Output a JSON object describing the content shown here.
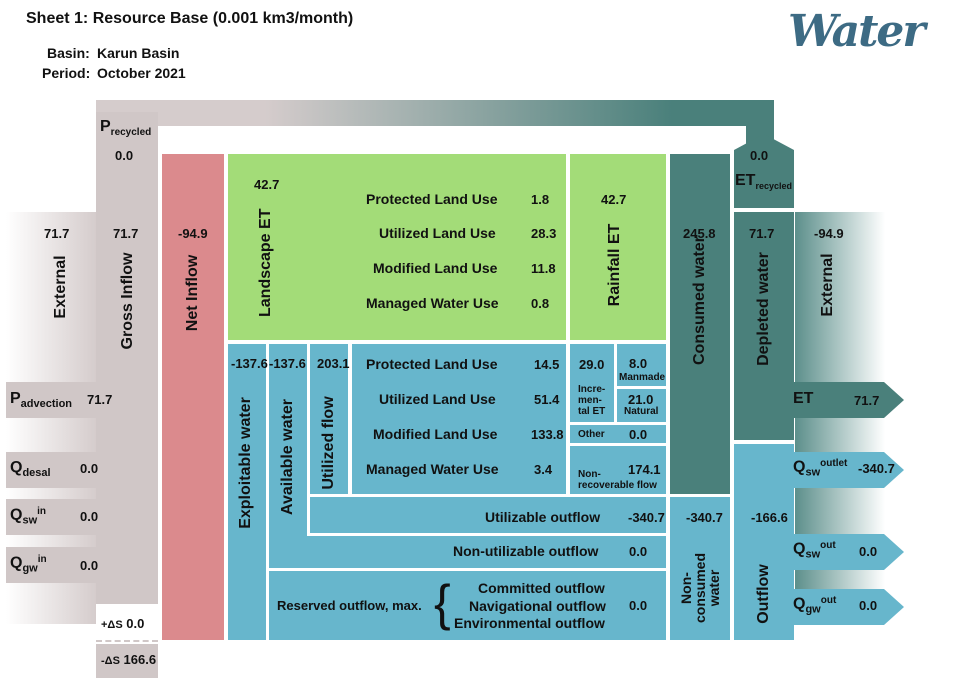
{
  "header": {
    "title": "Sheet 1: Resource Base (0.001 km3/month)",
    "basin_label": "Basin:",
    "basin_value": "Karun Basin",
    "period_label": "Period:",
    "period_value": "October 2021",
    "logo_text": "Water"
  },
  "inflows": {
    "p_recycled": {
      "label": "P",
      "sub": "recycled",
      "value": "0.0"
    },
    "external_left": {
      "label": "External",
      "value": "71.7"
    },
    "gross_inflow": {
      "label": "Gross Inflow",
      "value": "71.7"
    },
    "net_inflow": {
      "label": "Net Inflow",
      "value": "-94.9"
    },
    "p_advection": {
      "label": "P",
      "sub": "advection",
      "value": "71.7"
    },
    "q_desal": {
      "label": "Q",
      "sub": "desal",
      "value": "0.0"
    },
    "q_sw_in": {
      "label": "Q",
      "sub": "sw",
      "sup": "in",
      "value": "0.0"
    },
    "q_gw_in": {
      "label": "Q",
      "sub": "gw",
      "sup": "in",
      "value": "0.0"
    },
    "plus_ds": {
      "label": "+ΔS",
      "value": "0.0"
    },
    "minus_ds": {
      "label": "-ΔS",
      "value": "166.6"
    }
  },
  "landscape": {
    "label": "Landscape ET",
    "value": "42.7",
    "rainfall_label": "Rainfall ET",
    "rainfall_value": "42.7",
    "rows": [
      {
        "label": "Protected Land Use",
        "value": "1.8"
      },
      {
        "label": "Utilized Land Use",
        "value": "28.3"
      },
      {
        "label": "Modified Land Use",
        "value": "11.8"
      },
      {
        "label": "Managed Water Use",
        "value": "0.8"
      }
    ]
  },
  "exploitable": {
    "exploitable_label": "Exploitable water",
    "exploitable_value": "-137.6",
    "available_label": "Available water",
    "available_value": "-137.6",
    "utilized_label": "Utilized flow",
    "utilized_value": "203.1",
    "rows": [
      {
        "label": "Protected Land Use",
        "value": "14.5"
      },
      {
        "label": "Utilized Land Use",
        "value": "51.4"
      },
      {
        "label": "Modified Land Use",
        "value": "133.8"
      },
      {
        "label": "Managed Water Use",
        "value": "3.4"
      }
    ],
    "incremental_value": "29.0",
    "incremental_label": "Incre-\nmen-\ntal ET",
    "manmade_value": "8.0",
    "manmade_label": "Manmade",
    "natural_value": "21.0",
    "natural_label": "Natural",
    "other_label": "Other",
    "other_value": "0.0",
    "nonrecoverable_label": "Non-\nrecoverable flow",
    "nonrecoverable_value": "174.1",
    "utilizable_outflow_label": "Utilizable outflow",
    "utilizable_outflow_value": "-340.7",
    "nonutilizable_label": "Non-utilizable outflow",
    "nonutilizable_value": "0.0",
    "reserved_label": "Reserved outflow, max.",
    "committed_label": "Committed outflow",
    "navigational_label": "Navigational outflow",
    "environmental_label": "Environmental outflow",
    "reserved_value": "0.0"
  },
  "outflows": {
    "consumed_label": "Consumed water",
    "consumed_value": "245.8",
    "depleted_label": "Depleted water",
    "depleted_value": "71.7",
    "external_right_label": "External",
    "external_right_value": "-94.9",
    "et_recycled": {
      "label": "ET",
      "sub": "recycled",
      "value": "0.0"
    },
    "et": {
      "label": "ET",
      "value": "71.7"
    },
    "q_sw_outlet": {
      "label": "Q",
      "sub": "sw",
      "sup": "outlet",
      "value": "-340.7"
    },
    "nonconsumed_label": "Non-\nconsumed\nwater",
    "nonconsumed_value": "-340.7",
    "outflow_label": "Outflow",
    "outflow_value": "-166.6",
    "q_sw_out": {
      "label": "Q",
      "sub": "sw",
      "sup": "out",
      "value": "0.0"
    },
    "q_gw_out": {
      "label": "Q",
      "sub": "gw",
      "sup": "out",
      "value": "0.0"
    }
  },
  "colors": {
    "green": "#a3dc78",
    "blue": "#67b6cc",
    "teal": "#4a807b",
    "grey": "#d0c7c7",
    "pink": "#db8a8d",
    "logo": "#3d6b84"
  }
}
